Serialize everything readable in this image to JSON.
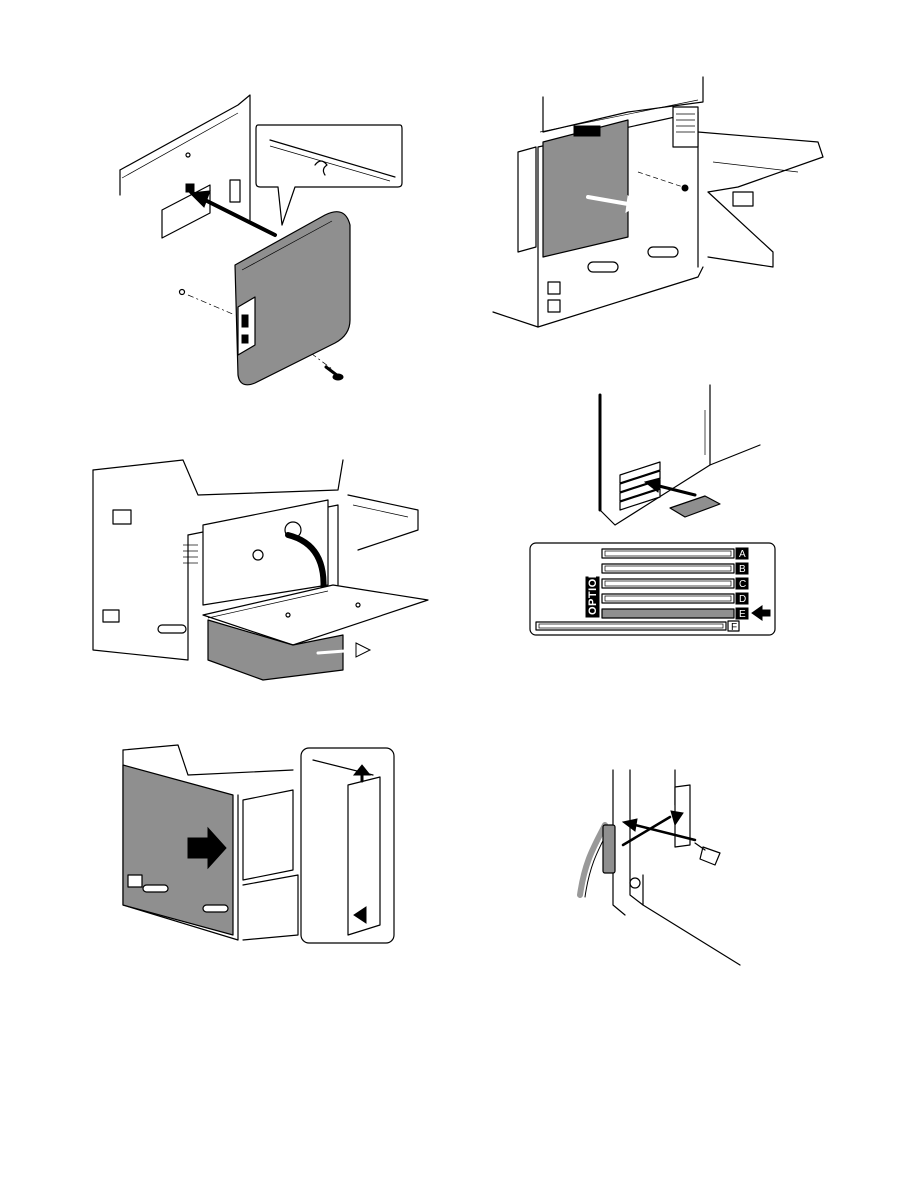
{
  "figures": {
    "fig1": {
      "name": "side-cover-install"
    },
    "fig2": {
      "name": "rear-cover-removed"
    },
    "fig3": {
      "name": "front-cover-open-tray-pulled"
    },
    "fig4": {
      "name": "memory-slot-board",
      "option_label": "OPTION",
      "slots": [
        {
          "letter": "A",
          "highlighted": false,
          "has_marker": true
        },
        {
          "letter": "B",
          "highlighted": false,
          "has_marker": true
        },
        {
          "letter": "C",
          "highlighted": false,
          "has_marker": true
        },
        {
          "letter": "D",
          "highlighted": false,
          "has_marker": true
        },
        {
          "letter": "E",
          "highlighted": true,
          "has_marker": true
        },
        {
          "letter": "F",
          "highlighted": false,
          "has_marker": false
        }
      ]
    },
    "fig5": {
      "name": "side-panel-slide-in"
    },
    "fig6": {
      "name": "cable-connector-insert"
    }
  },
  "colors": {
    "shade": "#8f8f8f",
    "line": "#000000",
    "paper": "#ffffff"
  }
}
